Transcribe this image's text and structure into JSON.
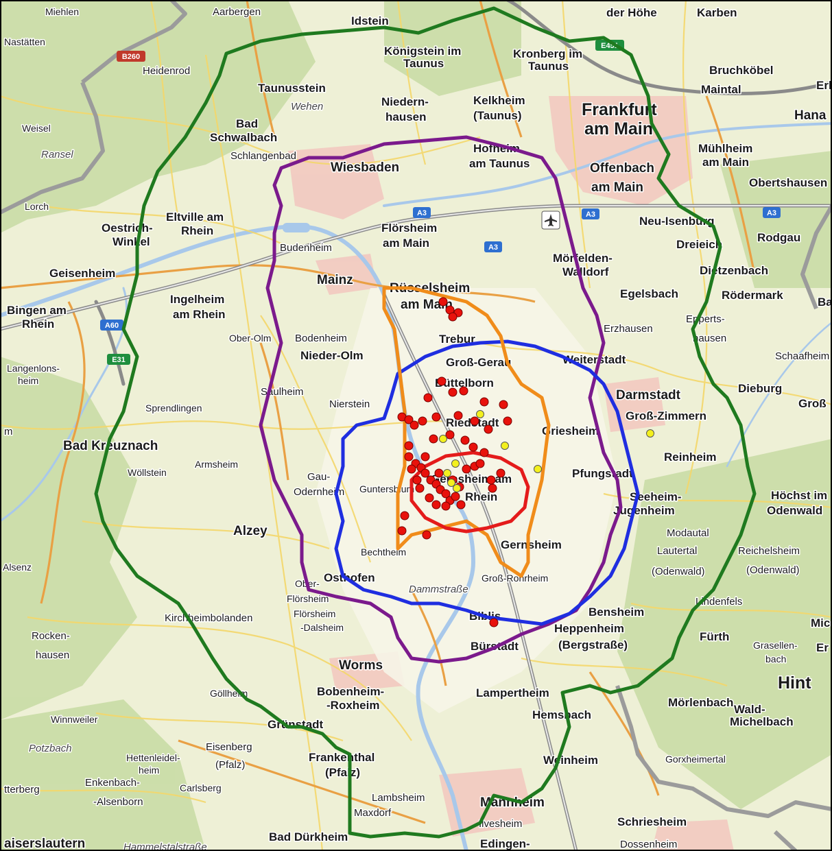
{
  "map": {
    "labels": [
      {
        "id": "frankfurt",
        "text": "Frankfurt",
        "cls": "big"
      },
      {
        "id": "am-main",
        "text": "am Main",
        "cls": "big"
      },
      {
        "id": "darmstadt",
        "text": "Darmstadt",
        "cls": "city"
      },
      {
        "id": "wiesbaden",
        "text": "Wiesbaden",
        "cls": "city"
      },
      {
        "id": "mainz",
        "text": "Mainz",
        "cls": "city"
      },
      {
        "id": "worms",
        "text": "Worms",
        "cls": "city"
      },
      {
        "id": "mannheim",
        "text": "Mannheim",
        "cls": "city"
      },
      {
        "id": "offenbach",
        "text": "Offenbach",
        "cls": "city"
      },
      {
        "id": "offenbach-am-main",
        "text": "am Main",
        "cls": "city"
      },
      {
        "id": "ruesselsheim",
        "text": "Rüsselsheim",
        "cls": "city"
      },
      {
        "id": "ruesselsheim-am-main",
        "text": "am Main",
        "cls": "city"
      },
      {
        "id": "bad-kreuznach",
        "text": "Bad Kreuznach",
        "cls": "city"
      },
      {
        "id": "miehlen",
        "text": "Miehlen",
        "cls": "tiny"
      },
      {
        "id": "aarbergen",
        "text": "Aarbergen",
        "cls": "small"
      },
      {
        "id": "idstein",
        "text": "Idstein",
        "cls": "town"
      },
      {
        "id": "der-hoehe",
        "text": "der Höhe",
        "cls": "town"
      },
      {
        "id": "karben",
        "text": "Karben",
        "cls": "town"
      },
      {
        "id": "nastaetten",
        "text": "Nastätten",
        "cls": "tiny"
      },
      {
        "id": "koenigstein",
        "text": "Königstein im",
        "cls": "town"
      },
      {
        "id": "koenigstein-taunus",
        "text": "Taunus",
        "cls": "town"
      },
      {
        "id": "kronberg",
        "text": "Kronberg im",
        "cls": "town"
      },
      {
        "id": "kronberg-taunus",
        "text": "Taunus",
        "cls": "town"
      },
      {
        "id": "heidenrod",
        "text": "Heidenrod",
        "cls": "small"
      },
      {
        "id": "bruchkoebel",
        "text": "Bruchköbel",
        "cls": "town"
      },
      {
        "id": "maintal",
        "text": "Maintal",
        "cls": "town"
      },
      {
        "id": "erl",
        "text": "Erl",
        "cls": "town"
      },
      {
        "id": "taunusstein",
        "text": "Taunusstein",
        "cls": "town"
      },
      {
        "id": "wehen",
        "text": "Wehen",
        "cls": "ital"
      },
      {
        "id": "niedernhausen",
        "text": "Niedern-",
        "cls": "town"
      },
      {
        "id": "niedernhausen-2",
        "text": "hausen",
        "cls": "town"
      },
      {
        "id": "kelkheim",
        "text": "Kelkheim",
        "cls": "town"
      },
      {
        "id": "kelkheim-taunus",
        "text": "(Taunus)",
        "cls": "town"
      },
      {
        "id": "hana",
        "text": "Hana",
        "cls": "city"
      },
      {
        "id": "bad-schwalbach",
        "text": "Bad",
        "cls": "town"
      },
      {
        "id": "bad-schwalbach-2",
        "text": "Schwalbach",
        "cls": "town"
      },
      {
        "id": "weisel",
        "text": "Weisel",
        "cls": "tiny"
      },
      {
        "id": "ransel",
        "text": "Ransel",
        "cls": "ital"
      },
      {
        "id": "schlangenbad",
        "text": "Schlangenbad",
        "cls": "small"
      },
      {
        "id": "hofheim",
        "text": "Hofheim",
        "cls": "town"
      },
      {
        "id": "hofheim-taunus",
        "text": "am Taunus",
        "cls": "town"
      },
      {
        "id": "muehlheim",
        "text": "Mühlheim",
        "cls": "town"
      },
      {
        "id": "muehlheim-am-main",
        "text": "am Main",
        "cls": "town"
      },
      {
        "id": "obertshausen",
        "text": "Obertshausen",
        "cls": "town"
      },
      {
        "id": "lorch",
        "text": "Lorch",
        "cls": "tiny"
      },
      {
        "id": "eltville",
        "text": "Eltville am",
        "cls": "town"
      },
      {
        "id": "eltville-rhein",
        "text": "Rhein",
        "cls": "town"
      },
      {
        "id": "oestrich",
        "text": "Oestrich-",
        "cls": "town"
      },
      {
        "id": "oestrich-winkel",
        "text": "Winkel",
        "cls": "town"
      },
      {
        "id": "floersheim",
        "text": "Flörsheim",
        "cls": "town"
      },
      {
        "id": "floersheim-am-main",
        "text": "am Main",
        "cls": "town"
      },
      {
        "id": "neu-isenburg",
        "text": "Neu-Isenburg",
        "cls": "town"
      },
      {
        "id": "rodgau",
        "text": "Rodgau",
        "cls": "town"
      },
      {
        "id": "budenheim",
        "text": "Budenheim",
        "cls": "small"
      },
      {
        "id": "dreieich",
        "text": "Dreieich",
        "cls": "town"
      },
      {
        "id": "moerfelden",
        "text": "Mörfelden-",
        "cls": "town"
      },
      {
        "id": "walldorf",
        "text": "Walldorf",
        "cls": "town"
      },
      {
        "id": "geisenheim",
        "text": "Geisenheim",
        "cls": "town"
      },
      {
        "id": "dietzenbach",
        "text": "Dietzenbach",
        "cls": "town"
      },
      {
        "id": "ingelheim",
        "text": "Ingelheim",
        "cls": "town"
      },
      {
        "id": "ingelheim-rhein",
        "text": "am Rhein",
        "cls": "town"
      },
      {
        "id": "egelsbach",
        "text": "Egelsbach",
        "cls": "town"
      },
      {
        "id": "roedermark",
        "text": "Rödermark",
        "cls": "town"
      },
      {
        "id": "bingen",
        "text": "Bingen am",
        "cls": "town"
      },
      {
        "id": "bingen-rhein",
        "text": "Rhein",
        "cls": "town"
      },
      {
        "id": "ba",
        "text": "Ba",
        "cls": "town"
      },
      {
        "id": "erzhausen",
        "text": "Erzhausen",
        "cls": "small"
      },
      {
        "id": "eppertshausen",
        "text": "Eppertshausen",
        "cls": "small"
      },
      {
        "id": "eppertshausen-1",
        "text": "Epperts-",
        "cls": "small"
      },
      {
        "id": "eppertshausen-2",
        "text": "hausen",
        "cls": "small"
      },
      {
        "id": "trebur",
        "text": "Trebur",
        "cls": "town"
      },
      {
        "id": "ober-olm",
        "text": "Ober-Olm",
        "cls": "tiny"
      },
      {
        "id": "bodenheim",
        "text": "Bodenheim",
        "cls": "small"
      },
      {
        "id": "langenlonsheim",
        "text": "Langenlons-",
        "cls": "tiny"
      },
      {
        "id": "langenlonsheim-2",
        "text": "heim",
        "cls": "tiny"
      },
      {
        "id": "nieder-olm",
        "text": "Nieder-Olm",
        "cls": "town"
      },
      {
        "id": "gross-gerau",
        "text": "Groß-Gerau",
        "cls": "town"
      },
      {
        "id": "weiterstadt",
        "text": "Weiterstadt",
        "cls": "town"
      },
      {
        "id": "schaafheim",
        "text": "Schaafheim",
        "cls": "small"
      },
      {
        "id": "buettelborn",
        "text": "Büttelborn",
        "cls": "town"
      },
      {
        "id": "dieburg",
        "text": "Dieburg",
        "cls": "town"
      },
      {
        "id": "gros",
        "text": "Groß",
        "cls": "town"
      },
      {
        "id": "saulheim",
        "text": "Saulheim",
        "cls": "small"
      },
      {
        "id": "nierstein",
        "text": "Nierstein",
        "cls": "small"
      },
      {
        "id": "sprendlingen",
        "text": "Sprendlingen",
        "cls": "tiny"
      },
      {
        "id": "riedstadt",
        "text": "Riedstadt",
        "cls": "town"
      },
      {
        "id": "gross-zimmern",
        "text": "Groß-Zimmern",
        "cls": "town"
      },
      {
        "id": "griesheim",
        "text": "Griesheim",
        "cls": "town"
      },
      {
        "id": "m",
        "text": "m",
        "cls": "small"
      },
      {
        "id": "armsheim",
        "text": "Armsheim",
        "cls": "tiny"
      },
      {
        "id": "reinheim",
        "text": "Reinheim",
        "cls": "town"
      },
      {
        "id": "woellstein",
        "text": "Wöllstein",
        "cls": "tiny"
      },
      {
        "id": "gernsheim-am",
        "text": "Gernsheim am",
        "cls": "town"
      },
      {
        "id": "pfungstadt",
        "text": "Pfungstadt",
        "cls": "town"
      },
      {
        "id": "gau",
        "text": "Gau-",
        "cls": "small"
      },
      {
        "id": "odernheim",
        "text": "Odernheim",
        "cls": "small"
      },
      {
        "id": "guntersblum",
        "text": "Guntersblum",
        "cls": "tiny"
      },
      {
        "id": "rhein",
        "text": "Rhein",
        "cls": "town"
      },
      {
        "id": "seeheim",
        "text": "Seeheim-",
        "cls": "town"
      },
      {
        "id": "jugenheim",
        "text": "Jugenheim",
        "cls": "town"
      },
      {
        "id": "hoechst",
        "text": "Höchst im",
        "cls": "town"
      },
      {
        "id": "odenwald",
        "text": "Odenwald",
        "cls": "town"
      },
      {
        "id": "alzey",
        "text": "Alzey",
        "cls": "city"
      },
      {
        "id": "modautal",
        "text": "Modautal",
        "cls": "small"
      },
      {
        "id": "gernsheim",
        "text": "Gernsheim",
        "cls": "town"
      },
      {
        "id": "bechtheim",
        "text": "Bechtheim",
        "cls": "tiny"
      },
      {
        "id": "lautertal",
        "text": "Lautertal",
        "cls": "small"
      },
      {
        "id": "reichelsheim",
        "text": "Reichelsheim",
        "cls": "small"
      },
      {
        "id": "alsenz",
        "text": "Alsenz",
        "cls": "tiny"
      },
      {
        "id": "odenwald-paren",
        "text": "(Odenwald)",
        "cls": "small"
      },
      {
        "id": "odenwald-paren-2",
        "text": "(Odenwald)",
        "cls": "small"
      },
      {
        "id": "osthofen",
        "text": "Osthofen",
        "cls": "town"
      },
      {
        "id": "gross-rohrheim",
        "text": "Groß-Rohrheim",
        "cls": "tiny"
      },
      {
        "id": "ober-floersheim",
        "text": "Ober-",
        "cls": "tiny"
      },
      {
        "id": "ober-floersheim-2",
        "text": "Flörsheim",
        "cls": "tiny"
      },
      {
        "id": "dammstrasse",
        "text": "Dammstraße",
        "cls": "ital"
      },
      {
        "id": "lindenfels",
        "text": "Lindenfels",
        "cls": "small"
      },
      {
        "id": "bensheim",
        "text": "Bensheim",
        "cls": "town"
      },
      {
        "id": "kirchheimbolanden",
        "text": "Kirchheimbolanden",
        "cls": "small"
      },
      {
        "id": "floersheim-dalsheim",
        "text": "Flörsheim",
        "cls": "tiny"
      },
      {
        "id": "floersheim-dalsheim-2",
        "text": "-Dalsheim",
        "cls": "tiny"
      },
      {
        "id": "biblis",
        "text": "Biblis",
        "cls": "town"
      },
      {
        "id": "heppenheim",
        "text": "Heppenheim",
        "cls": "town"
      },
      {
        "id": "heppenheim-2",
        "text": "(Bergstraße)",
        "cls": "town"
      },
      {
        "id": "mic",
        "text": "Mic",
        "cls": "town"
      },
      {
        "id": "rockenhausen",
        "text": "Rocken-",
        "cls": "small"
      },
      {
        "id": "rockenhausen-2",
        "text": "hausen",
        "cls": "small"
      },
      {
        "id": "fuerth",
        "text": "Fürth",
        "cls": "town"
      },
      {
        "id": "grasellenbach",
        "text": "Grasellen-",
        "cls": "tiny"
      },
      {
        "id": "grasellenbach-2",
        "text": "bach",
        "cls": "tiny"
      },
      {
        "id": "er",
        "text": "Er",
        "cls": "town"
      },
      {
        "id": "buerstadt",
        "text": "Bürstadt",
        "cls": "town"
      },
      {
        "id": "hint",
        "text": "Hint",
        "cls": "big"
      },
      {
        "id": "goellheim",
        "text": "Göllheim",
        "cls": "tiny"
      },
      {
        "id": "bobenheim",
        "text": "Bobenheim-",
        "cls": "town"
      },
      {
        "id": "roxheim",
        "text": "-Roxheim",
        "cls": "town"
      },
      {
        "id": "lampertheim",
        "text": "Lampertheim",
        "cls": "town"
      },
      {
        "id": "moerlenbach",
        "text": "Mörlenbach",
        "cls": "town"
      },
      {
        "id": "wald-michelbach",
        "text": "Wald-",
        "cls": "town"
      },
      {
        "id": "wald-michelbach-2",
        "text": "Michelbach",
        "cls": "town"
      },
      {
        "id": "winnweiler",
        "text": "Winnweiler",
        "cls": "tiny"
      },
      {
        "id": "hemsbach",
        "text": "Hemsbach",
        "cls": "town"
      },
      {
        "id": "gruenstadt",
        "text": "Grünstadt",
        "cls": "town"
      },
      {
        "id": "potzbach",
        "text": "Potzbach",
        "cls": "ital"
      },
      {
        "id": "eisenberg",
        "text": "Eisenberg",
        "cls": "small"
      },
      {
        "id": "eisenberg-pfalz",
        "text": "(Pfalz)",
        "cls": "small"
      },
      {
        "id": "frankenthal",
        "text": "Frankenthal",
        "cls": "town"
      },
      {
        "id": "frankenthal-pfalz",
        "text": "(Pfalz)",
        "cls": "town"
      },
      {
        "id": "hettenleidelheim",
        "text": "Hettenleidel-",
        "cls": "tiny"
      },
      {
        "id": "hettenleidelheim-2",
        "text": "heim",
        "cls": "tiny"
      },
      {
        "id": "weinheim",
        "text": "Weinheim",
        "cls": "town"
      },
      {
        "id": "gorxheimertal",
        "text": "Gorxheimertal",
        "cls": "tiny"
      },
      {
        "id": "enkenbach",
        "text": "Enkenbach-",
        "cls": "small"
      },
      {
        "id": "carlsberg",
        "text": "Carlsberg",
        "cls": "tiny"
      },
      {
        "id": "otterberg",
        "text": "tterberg",
        "cls": "small"
      },
      {
        "id": "alsenborn",
        "text": "-Alsenborn",
        "cls": "small"
      },
      {
        "id": "lambsheim",
        "text": "Lambsheim",
        "cls": "small"
      },
      {
        "id": "maxdorf",
        "text": "Maxdorf",
        "cls": "small"
      },
      {
        "id": "ilvesheim",
        "text": "Ilvesheim",
        "cls": "small"
      },
      {
        "id": "schriesheim",
        "text": "Schriesheim",
        "cls": "town"
      },
      {
        "id": "kaiserslautern",
        "text": "aiserslautern",
        "cls": "city"
      },
      {
        "id": "hammelstalstrasse",
        "text": "Hammelstalstraße",
        "cls": "ital"
      },
      {
        "id": "bad-duerkheim",
        "text": "Bad Dürkheim",
        "cls": "town"
      },
      {
        "id": "edingen",
        "text": "Edingen-",
        "cls": "town"
      },
      {
        "id": "dossenheim",
        "text": "Dossenheim",
        "cls": "small"
      }
    ],
    "road_shields": [
      {
        "id": "b260",
        "text": "B260",
        "color": "#c0392b"
      },
      {
        "id": "e451",
        "text": "E451",
        "color": "#1e8e3e"
      },
      {
        "id": "a3-1",
        "text": "A3",
        "color": "#2e6fd0"
      },
      {
        "id": "a3-2",
        "text": "A3",
        "color": "#2e6fd0"
      },
      {
        "id": "a3-3",
        "text": "A3",
        "color": "#2e6fd0"
      },
      {
        "id": "a3-4",
        "text": "A3",
        "color": "#2e6fd0"
      },
      {
        "id": "a60",
        "text": "A60",
        "color": "#2e6fd0"
      },
      {
        "id": "e31",
        "text": "E31",
        "color": "#1e8e3e"
      }
    ],
    "boundary_colors": {
      "green": "#1f7a1f",
      "purple": "#7b1a8c",
      "blue": "#1f2ee0",
      "orange": "#f08c1a",
      "red": "#e41b1b"
    },
    "marker_colors": {
      "red": "#e8120c",
      "yellow": "#f3f01e"
    },
    "icons": [
      "airport-icon"
    ]
  }
}
